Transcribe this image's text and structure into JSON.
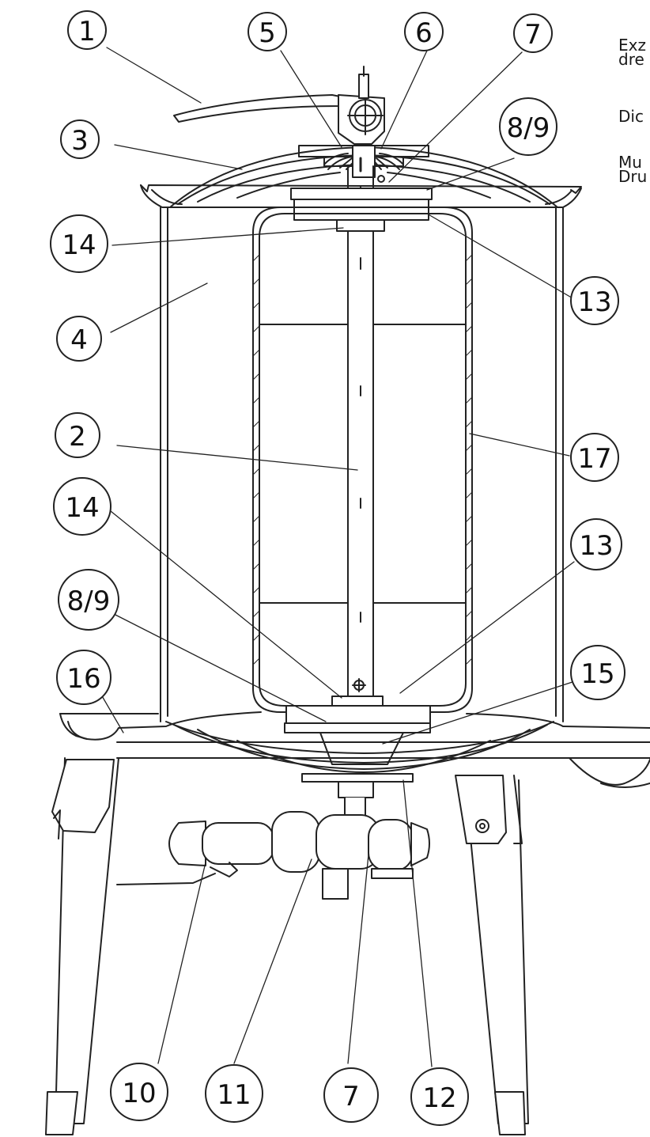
{
  "side_notes": {
    "line1a": "Exz",
    "line1b": "dre",
    "line2": "Dic",
    "line3a": "Mu",
    "line3b": "Dru"
  },
  "callouts": {
    "c1": "1",
    "c2": "2",
    "c3": "3",
    "c4": "4",
    "c5": "5",
    "c6": "6",
    "c7_top": "7",
    "c7_bottom": "7",
    "c8_9_top": "8/9",
    "c8_9_bottom": "8/9",
    "c10": "10",
    "c11": "11",
    "c12": "12",
    "c13_top": "13",
    "c13_bottom": "13",
    "c14_top": "14",
    "c14_bottom": "14",
    "c15": "15",
    "c16": "16",
    "c17": "17"
  },
  "colors": {
    "line": "#222222",
    "fill": "#ffffff"
  }
}
